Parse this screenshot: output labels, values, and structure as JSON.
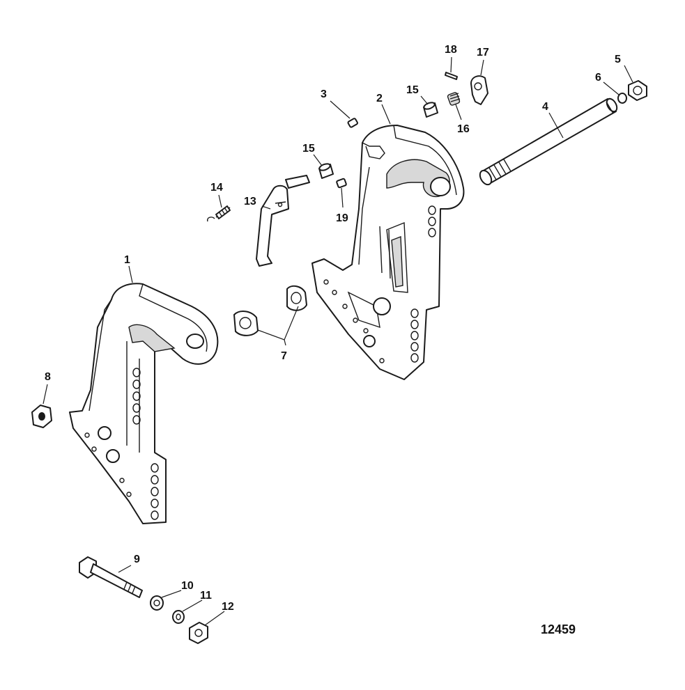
{
  "diagram": {
    "figure_number": "12459",
    "callouts": [
      {
        "id": "c1",
        "text": "1"
      },
      {
        "id": "c2",
        "text": "2"
      },
      {
        "id": "c3",
        "text": "3"
      },
      {
        "id": "c4",
        "text": "4"
      },
      {
        "id": "c5",
        "text": "5"
      },
      {
        "id": "c6",
        "text": "6"
      },
      {
        "id": "c7",
        "text": "7"
      },
      {
        "id": "c8",
        "text": "8"
      },
      {
        "id": "c9",
        "text": "9"
      },
      {
        "id": "c10",
        "text": "10"
      },
      {
        "id": "c11",
        "text": "11"
      },
      {
        "id": "c12",
        "text": "12"
      },
      {
        "id": "c13",
        "text": "13"
      },
      {
        "id": "c14",
        "text": "14"
      },
      {
        "id": "c15a",
        "text": "15"
      },
      {
        "id": "c15b",
        "text": "15"
      },
      {
        "id": "c16",
        "text": "16"
      },
      {
        "id": "c17",
        "text": "17"
      },
      {
        "id": "c18",
        "text": "18"
      },
      {
        "id": "c19",
        "text": "19"
      }
    ]
  }
}
